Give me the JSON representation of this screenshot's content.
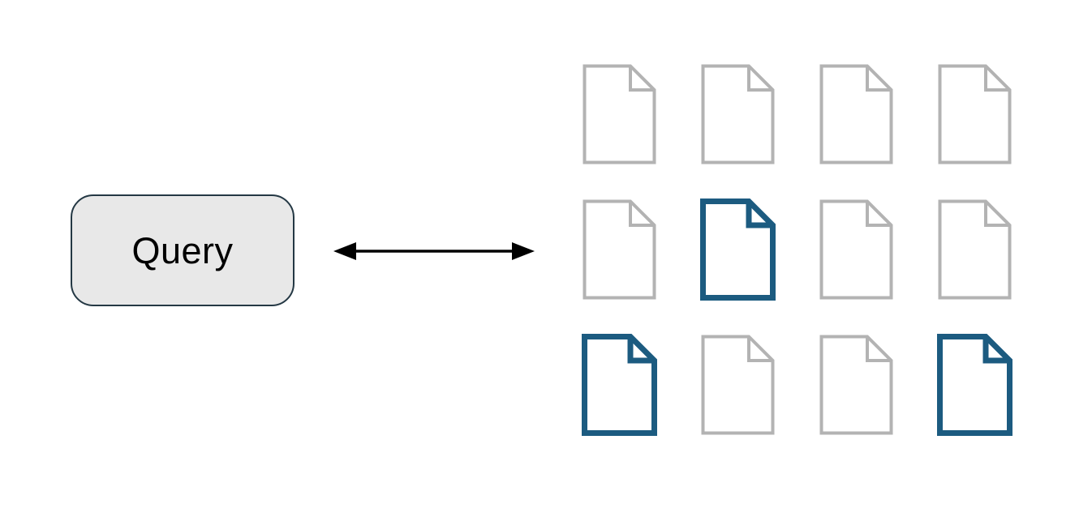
{
  "diagram": {
    "query_node": {
      "label": "Query",
      "fill_color": "#e8e8e8",
      "border_color": "#243844",
      "text_color": "#000000"
    },
    "arrow": {
      "direction": "bidirectional",
      "color": "#000000"
    },
    "document_grid": {
      "rows": 3,
      "cols": 4,
      "cells": [
        [
          "default",
          "default",
          "default",
          "default"
        ],
        [
          "default",
          "highlighted",
          "default",
          "default"
        ],
        [
          "highlighted",
          "default",
          "default",
          "highlighted"
        ]
      ],
      "default_stroke_color": "#b3b3b3",
      "highlight_stroke_color": "#1c5b80",
      "default_stroke_width": 4,
      "highlight_stroke_width": 7,
      "page_fill_color": "#ffffff"
    }
  }
}
